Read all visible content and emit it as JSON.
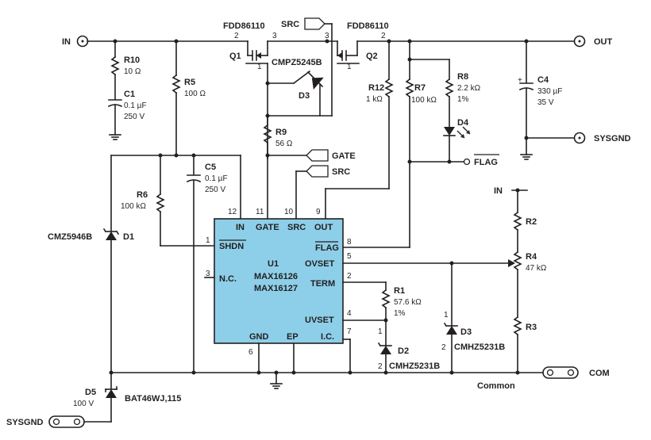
{
  "colors": {
    "ic_fill": "#8dcfe9",
    "ink": "#231f20"
  },
  "ports": {
    "in": "IN",
    "out": "OUT",
    "sysgnd_right": "SYSGND",
    "com": "COM",
    "sysgnd_left": "SYSGND",
    "in_pot": "IN"
  },
  "q1": {
    "part": "FDD86110",
    "ref": "Q1",
    "pin_g": "1",
    "pin_d": "2",
    "pin_s": "3"
  },
  "q2": {
    "part": "FDD86110",
    "ref": "Q2",
    "pin_g": "1",
    "pin_d": "2",
    "pin_s": "3"
  },
  "src_tag": "SRC",
  "r10": {
    "ref": "R10",
    "value": "10 Ω"
  },
  "c1": {
    "ref": "C1",
    "value": "0.1 µF",
    "voltage": "250 V"
  },
  "r5": {
    "ref": "R5",
    "value": "100 Ω"
  },
  "c5": {
    "ref": "C5",
    "value": "0.1 µF",
    "voltage": "250 V"
  },
  "r6": {
    "ref": "R6",
    "value": "100 kΩ"
  },
  "d1": {
    "ref": "D1",
    "part": "CMZ5946B"
  },
  "d3_top": {
    "ref": "D3",
    "part": "CMPZ5245B"
  },
  "r9": {
    "ref": "R9",
    "value": "56 Ω"
  },
  "gate_tag": "GATE",
  "src_tag2": "SRC",
  "r12": {
    "ref": "R12",
    "value": "1 kΩ"
  },
  "r7": {
    "ref": "R7",
    "value": "100 kΩ"
  },
  "r8": {
    "ref": "R8",
    "value": "2.2 kΩ",
    "tol": "1%"
  },
  "d4": {
    "ref": "D4"
  },
  "flag": "FLAG",
  "c4": {
    "ref": "C4",
    "value": "330 µF",
    "voltage": "35 V",
    "plus": "+"
  },
  "u1": {
    "ref": "U1",
    "part1": "MAX16126",
    "part2": "MAX16127",
    "pins": {
      "in": {
        "num": "12",
        "name": "IN"
      },
      "gate": {
        "num": "11",
        "name": "GATE"
      },
      "src": {
        "num": "10",
        "name": "SRC"
      },
      "out": {
        "num": "9",
        "name": "OUT"
      },
      "shdn": {
        "num": "1",
        "name": "SHDN"
      },
      "nc": {
        "num": "3",
        "name": "N.C."
      },
      "flag": {
        "num": "8",
        "name": "FLAG"
      },
      "ovset": {
        "num": "5",
        "name": "OVSET"
      },
      "term": {
        "num": "2",
        "name": "TERM"
      },
      "uvset": {
        "num": "4",
        "name": "UVSET"
      },
      "gnd": {
        "num": "6",
        "name": "GND"
      },
      "ep": {
        "name": "EP"
      },
      "ic": {
        "num": "7",
        "name": "I.C."
      }
    }
  },
  "r1": {
    "ref": "R1",
    "value": "57.6 kΩ",
    "tol": "1%"
  },
  "d2": {
    "ref": "D2",
    "part": "CMHZ5231B",
    "pin1": "1",
    "pin2": "2"
  },
  "d3_right": {
    "ref": "D3",
    "part": "CMHZ5231B",
    "pin1": "1",
    "pin2": "2"
  },
  "r2": {
    "ref": "R2"
  },
  "r4": {
    "ref": "R4",
    "value": "47 kΩ"
  },
  "r3": {
    "ref": "R3"
  },
  "common": "Common",
  "d5": {
    "ref": "D5",
    "voltage": "100 V",
    "part": "BAT46WJ,115"
  }
}
